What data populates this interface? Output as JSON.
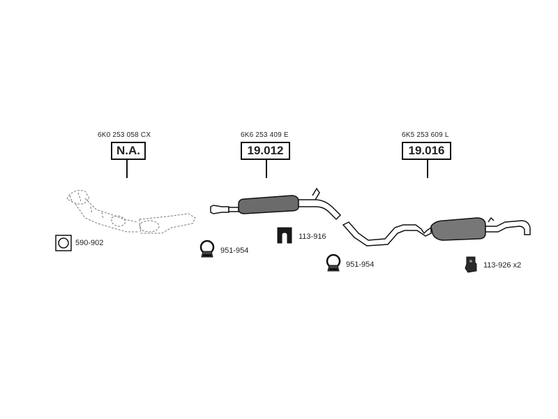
{
  "assemblies": [
    {
      "oem": "6K0 253 058 CX",
      "ref": "N.A."
    },
    {
      "oem": "6K6 253 409 E",
      "ref": "19.012"
    },
    {
      "oem": "6K5 253 609 L",
      "ref": "19.016"
    }
  ],
  "accessories": [
    {
      "code": "590-902",
      "icon": "gasket-icon"
    },
    {
      "code": "951-954",
      "icon": "clamp-icon"
    },
    {
      "code": "113-916",
      "icon": "rubber-hanger-icon"
    },
    {
      "code": "951-954",
      "icon": "clamp-icon"
    },
    {
      "code": "113-926 x2",
      "icon": "mount-bracket-icon"
    }
  ]
}
